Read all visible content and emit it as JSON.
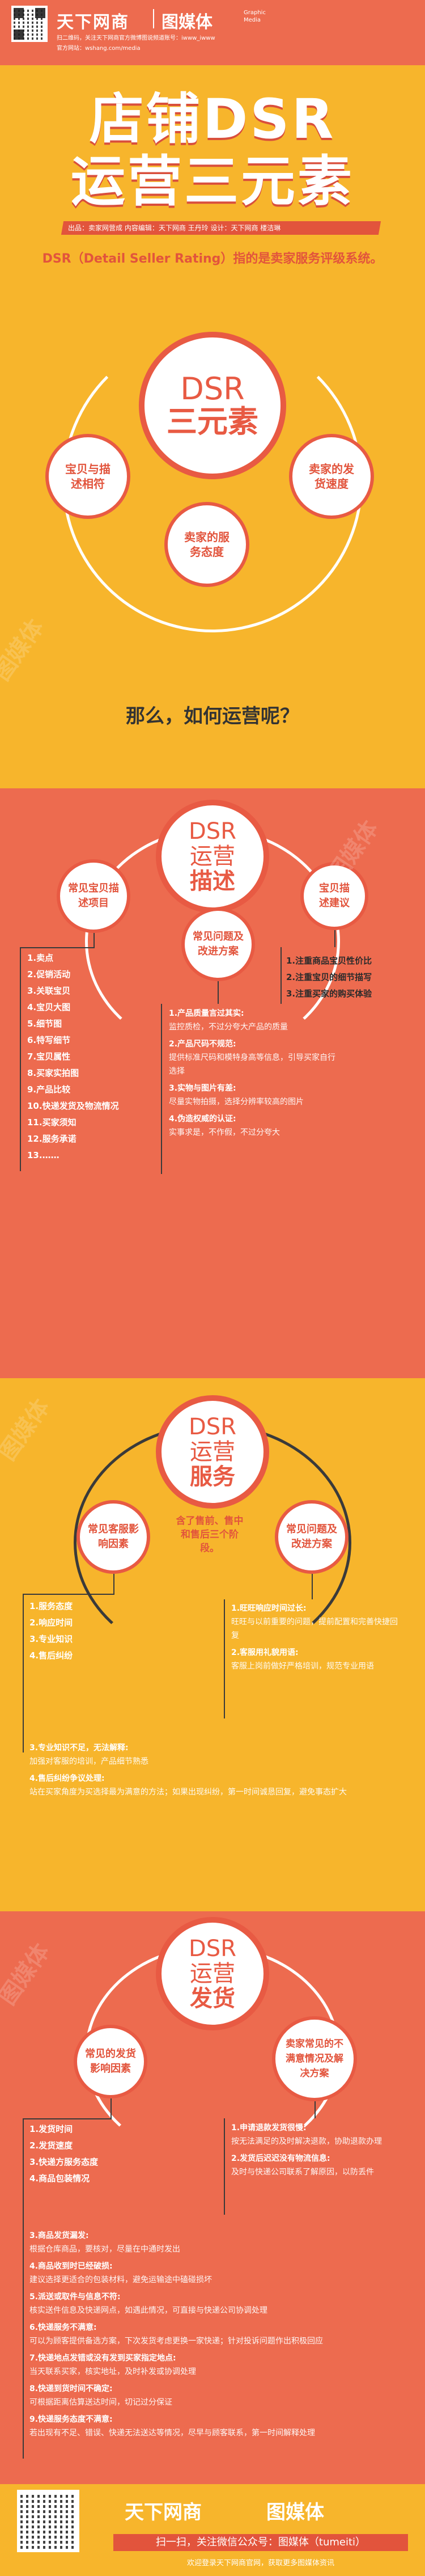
{
  "header": {
    "brand": "天下网商",
    "sub_brand": "图媒体",
    "sub_brand_en": "Graphic Media",
    "line1": "扫二维码，关注天下网商官方微博图说频道账号：iwww_iwww",
    "line2": "官方网站：wshang.com/media"
  },
  "hero": {
    "title_line1": "店铺DSR",
    "title_line2": "运营三元素",
    "credits": "出品：卖家网营成   内容编辑：天下网商 王丹玲   设计：天下网商 楼洁琳",
    "desc": "DSR（Detail Seller Rating）指的是卖家服务评级系统。"
  },
  "triad": {
    "center_line1": "DSR",
    "center_line2": "三元素",
    "left": "宝贝与描述相符",
    "bottom": "卖家的服务态度",
    "right": "卖家的发货速度"
  },
  "how_question": "那么，如何运营呢？",
  "describe": {
    "center_line1": "DSR",
    "center_line2": "运营",
    "center_line3": "描述",
    "left_bubble": "常见宝贝描述项目",
    "mid_bubble": "常见问题及改进方案",
    "right_bubble": "宝贝描述建议",
    "items": [
      "1.卖点",
      "2.促销活动",
      "3.关联宝贝",
      "4.宝贝大图",
      "5.细节图",
      "6.特写细节",
      "7.宝贝属性",
      "8.买家实拍图",
      "9.产品比较",
      "10.快递发货及物流情况",
      "11.买家须知",
      "12.服务承诺",
      "13.……"
    ],
    "suggestions": [
      "1.注重商品宝贝性价比",
      "2.注重宝贝的细节描写",
      "3.注重买家的购买体验"
    ],
    "issues": [
      {
        "h": "1.产品质量言过其实:",
        "b": "监控质检，不过分夸大产品的质量"
      },
      {
        "h": "2.产品尺码不规范:",
        "b": "提供标准尺码和模特身高等信息，引导买家自行选择"
      },
      {
        "h": "3.实物与图片有差:",
        "b": "尽量实物拍摄，选择分辨率较高的图片"
      },
      {
        "h": "4.伪造权威的认证:",
        "b": "实事求是，不作假，不过分夸大"
      }
    ]
  },
  "service": {
    "center_line1": "DSR",
    "center_line2": "运营",
    "center_line3": "服务",
    "left_bubble": "常见客服影响因素",
    "right_bubble": "常见问题及改进方案",
    "middle_note": "含了售前、售中和售后三个阶段。",
    "factors": [
      "1.服务态度",
      "2.响应时间",
      "3.专业知识",
      "4.售后纠纷"
    ],
    "issues_right": [
      {
        "h": "1.旺旺响应时间过长:",
        "b": "旺旺与以前重要的问题，提前配置和完善快捷回复"
      },
      {
        "h": "2.客服用礼貌用语:",
        "b": "客服上岗前做好严格培训，规范专业用语"
      }
    ],
    "issues_bottom": [
      {
        "h": "3.专业知识不足，无法解释:",
        "b": "加强对客服的培训，产品细节熟悉"
      },
      {
        "h": "4.售后纠纷争议处理:",
        "b": "站在买家角度为买选择最为满意的方法；如果出现纠纷，第一时间诚恳回复，避免事态扩大"
      }
    ]
  },
  "shipping": {
    "center_line1": "DSR",
    "center_line2": "运营",
    "center_line3": "发货",
    "left_bubble": "常见的发货影响因素",
    "right_bubble": "卖家常见的不满意情况及解决方案",
    "factors": [
      "1.发货时间",
      "2.发货速度",
      "3.快递方服务态度",
      "4.商品包装情况"
    ],
    "right_issues": [
      {
        "h": "1.申请退款发货很慢:",
        "b": "按无法满足的及时解决退款，协助退款办理"
      },
      {
        "h": "2.发货后迟迟没有物流信息:",
        "b": "及时与快递公司联系了解原因，以防丢件"
      }
    ],
    "bottom_issues": [
      {
        "h": "3.商品发货漏发:",
        "b": "根据仓库商品，要核对，尽量在中通时发出"
      },
      {
        "h": "4.商品收到时已经破损:",
        "b": "建议选择更适合的包装材料，避免运输途中磕碰损坏"
      },
      {
        "h": "5.派送或取件与信息不符:",
        "b": "核实送件信息及快递网点，如遇此情况，可直接与快递公司协调处理"
      },
      {
        "h": "6.快递服务不满意:",
        "b": "可以为顾客提供备选方案，下次发货考虑更换一家快递；针对投诉问题作出积极回应"
      },
      {
        "h": "7.快递地点发错或没有发到买家指定地点:",
        "b": "当天联系买家，核实地址，及时补发或协调处理"
      },
      {
        "h": "8.快递到货时间不确定:",
        "b": "可根据距离估算送达时间，切记过分保证"
      },
      {
        "h": "9.快递服务态度不满意:",
        "b": "若出现有不足、错误、快递无法送达等情况，尽早与顾客联系，第一时间解释处理"
      }
    ]
  },
  "footer": {
    "brand": "天下网商",
    "sub_brand": "图媒体",
    "cta": "扫一扫，关注微信公众号：图媒体（tumeiti）",
    "line": "欢迎登录天下网商官网，获取更多图媒体资讯"
  }
}
